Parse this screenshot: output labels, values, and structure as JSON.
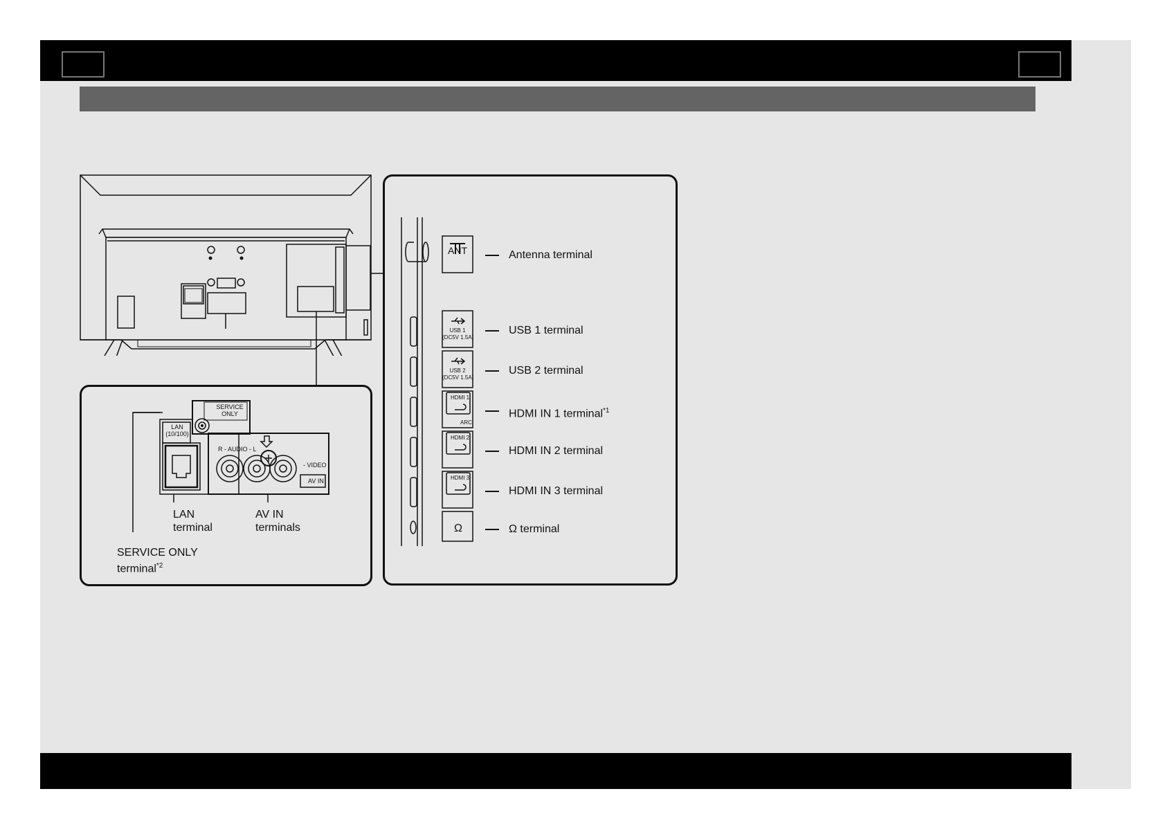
{
  "labels": {
    "lan_terminal": [
      "LAN",
      "terminal"
    ],
    "av_in_terminals": [
      "AV IN",
      "terminals"
    ],
    "service_only_terminal": [
      "SERVICE ONLY",
      "terminal",
      "*2"
    ],
    "antenna_terminal": "Antenna terminal",
    "usb1_terminal": "USB 1 terminal",
    "usb2_terminal": "USB 2 terminal",
    "hdmi1_terminal": "HDMI IN 1 terminal",
    "hdmi1_note": "*1",
    "hdmi2_terminal": "HDMI IN 2 terminal",
    "hdmi3_terminal": "HDMI IN 3 terminal",
    "headphone_terminal": "Ω terminal"
  },
  "panel_markings": {
    "service_only": [
      "SERVICE",
      "ONLY"
    ],
    "lan": [
      "LAN",
      "(10/100)"
    ],
    "audio": "R - AUDIO - L",
    "video": "- VIDEO",
    "av_in": "AV IN",
    "ant": "ANT",
    "usb1": [
      "USB 1",
      "(DC5V 1.5A)"
    ],
    "usb2": [
      "USB 2",
      "(DC5V 1.5A)"
    ],
    "hdmi1": [
      "HDMI 1",
      "ARC"
    ],
    "hdmi2": "HDMI 2",
    "hdmi3": "HDMI 3",
    "headphone": "Ω"
  },
  "icons": {
    "prev": "page-prev-icon",
    "next": "page-next-icon",
    "antenna": "antenna-icon",
    "usb": "usb-icon",
    "hdmi": "hdmi-icon",
    "headphone": "headphone-icon"
  }
}
